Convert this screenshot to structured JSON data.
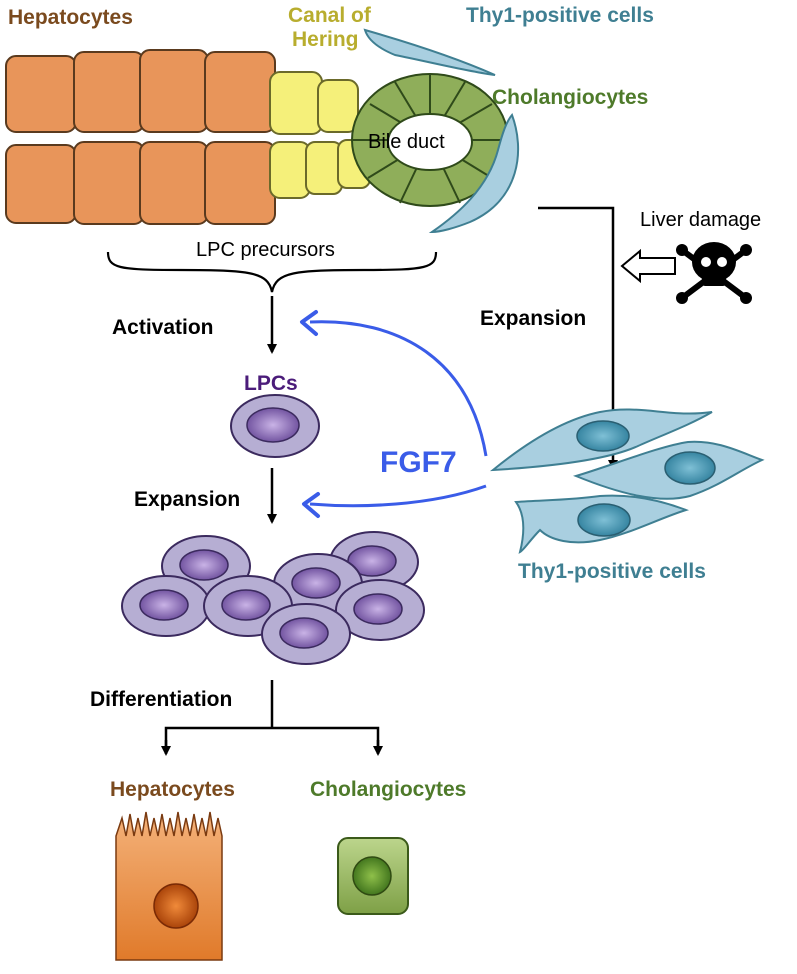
{
  "labels": {
    "hepatocytes_top": "Hepatocytes",
    "canal_line1": "Canal of",
    "canal_line2": "Hering",
    "thy1_top": "Thy1-positive cells",
    "cholangiocytes_top": "Cholangiocytes",
    "bile_duct": "Bile duct",
    "lpc_precursors": "LPC precursors",
    "liver_damage": "Liver damage",
    "activation": "Activation",
    "lpcs": "LPCs",
    "expansion_right": "Expansion",
    "fgf7": "FGF7",
    "expansion_left": "Expansion",
    "thy1_bottom": "Thy1-positive cells",
    "differentiation": "Differentiation",
    "hepatocytes_bottom": "Hepatocytes",
    "cholangiocytes_bottom": "Cholangiocytes"
  },
  "colors": {
    "hepatocyte": "#e8955a",
    "hepatocyte_text": "#7a4a1e",
    "canal": "#f5f07a",
    "canal_text": "#b8ad2e",
    "cholangiocyte": "#8fae5a",
    "cholangiocyte_text": "#4e7a2a",
    "thy1": "#a9cfe0",
    "thy1_text": "#3f7f92",
    "lpc": "#b6aed3",
    "lpc_text": "#4b1c7a",
    "fgf7": "#3a5ce8"
  }
}
